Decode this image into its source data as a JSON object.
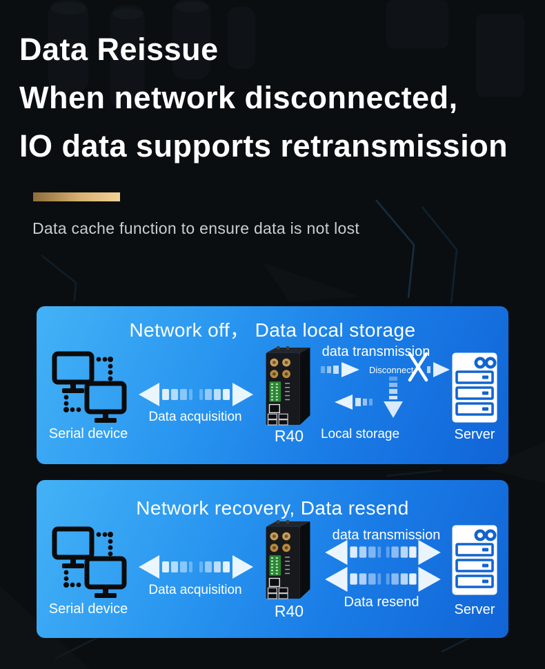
{
  "header": {
    "title_lines": [
      "Data Reissue",
      "When network disconnected,",
      "IO data supports retransmission"
    ],
    "subtitle": "Data cache function to ensure data is not lost"
  },
  "colors": {
    "accent_gold": "#d9b272",
    "panel_blue_light": "#44b2f6",
    "panel_blue_dark": "#1164d6",
    "server_blue": "#1264cf",
    "text_white": "#ffffff",
    "subtitle_gray": "#c9ced4"
  },
  "icons": {
    "serial_device": "two-linked-monitors-icon",
    "gateway": "r40-industrial-router-image",
    "server": "server-rack-icon",
    "acquisition": "bidirectional-dashed-arrow-icon",
    "transmission": "dashed-arrow-right-icon",
    "disconnect": "x-cross-icon",
    "local_storage": "down-dashed-arrow-icon"
  },
  "panels": [
    {
      "title": "Network off， Data local storage",
      "serial_label": "Serial device",
      "acquisition_label": "Data acquisition",
      "gateway_label": "R40",
      "transmission_label": "data transmission",
      "disconnect_label": "Disconnect",
      "storage_label": "Local storage",
      "server_label": "Server"
    },
    {
      "title": "Network recovery, Data resend",
      "serial_label": "Serial device",
      "acquisition_label": "Data acquisition",
      "gateway_label": "R40",
      "transmission_label": "data transmission",
      "resend_label": "Data resend",
      "server_label": "Server"
    }
  ]
}
